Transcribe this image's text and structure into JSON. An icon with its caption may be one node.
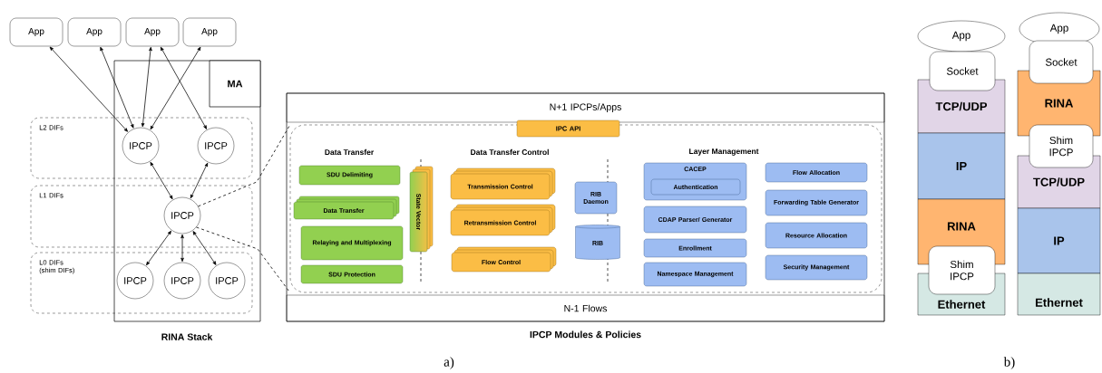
{
  "diagram": {
    "nodes": [
      {
        "text": [
          "App"
        ]
      },
      {
        "text": [
          "App"
        ]
      },
      {
        "text": [
          "App"
        ]
      },
      {
        "text": [
          "App"
        ]
      },
      {
        "text": [
          "MA"
        ]
      },
      {
        "text": [
          "L2 DIFs"
        ]
      },
      {
        "text": [
          "IPCP"
        ],
        "in": 5
      },
      {
        "text": [
          "IPCP"
        ],
        "in": 5
      },
      {
        "text": [
          "L1 DIFs"
        ]
      },
      {
        "text": [
          "IPCP"
        ],
        "in": 8
      },
      {
        "text": [
          "L0 DIFs (shim DIFs)"
        ]
      },
      {
        "text": [
          "IPCP"
        ],
        "in": 10
      },
      {
        "text": [
          "IPCP"
        ],
        "in": 10
      },
      {
        "text": [
          "IPCP"
        ],
        "in": 10
      },
      {
        "text": [
          "IPCP Modules & Policies"
        ]
      },
      {
        "text": [
          "N+1 IPCPs/Apps"
        ],
        "in": 14
      },
      {
        "text": [
          "N-1 Flows"
        ],
        "in": 14
      },
      {
        "text": [],
        "shape": "box",
        "in": 14
      },
      {
        "text": [
          "IPC API"
        ],
        "in": 14
      },
      {
        "text": [
          "SDU Delimiting"
        ],
        "in": 17
      },
      {
        "text": [
          "Data Transfer"
        ],
        "in": 17
      },
      {
        "text": [
          "Relaying and Multiplexing"
        ],
        "in": 17
      },
      {
        "text": [
          "SDU Protection"
        ],
        "in": 17
      },
      {
        "text": [
          "State Vector"
        ],
        "in": 17
      },
      {
        "text": [
          "Transmission Control"
        ],
        "in": 17
      },
      {
        "text": [
          "Retransmission Control"
        ],
        "in": 17
      },
      {
        "text": [
          "Flow Control"
        ],
        "in": 17
      },
      {
        "text": [
          "RIB Daemon"
        ],
        "in": 17
      },
      {
        "text": [
          "RIB"
        ],
        "in": 17
      },
      {
        "text": [
          "CACEP"
        ],
        "in": 17
      },
      {
        "text": [
          "Authentication"
        ],
        "in": 29
      },
      {
        "text": [
          "CDAP Parser/ Generator"
        ],
        "in": 17
      },
      {
        "text": [
          "Enrollment"
        ],
        "in": 17
      },
      {
        "text": [
          "Namespace Management"
        ],
        "in": 17
      },
      {
        "text": [
          "Flow Allocation"
        ],
        "in": 17
      },
      {
        "text": [
          "Forwarding Table Generator"
        ],
        "in": 17
      },
      {
        "text": [
          "Resource Allocation"
        ],
        "in": 17
      },
      {
        "text": [
          "Security Management"
        ],
        "in": 17
      },
      {
        "text": [
          "App"
        ]
      },
      {
        "text": [
          "Socket"
        ]
      },
      {
        "text": [
          "TCP/UDP"
        ]
      },
      {
        "text": [
          "IP"
        ]
      },
      {
        "text": [
          "RINA"
        ]
      },
      {
        "text": [
          "Shim IPCP"
        ]
      },
      {
        "text": [
          "Ethernet"
        ]
      },
      {
        "text": [
          "App"
        ]
      },
      {
        "text": [
          "Socket"
        ]
      },
      {
        "text": [
          "RINA"
        ]
      },
      {
        "text": [
          "Shim IPCP"
        ]
      },
      {
        "text": [
          "TCP/UDP"
        ]
      },
      {
        "text": [
          "IP"
        ]
      },
      {
        "text": [
          "Ethernet"
        ]
      }
    ],
    "edges": [
      {
        "from": 0,
        "to": 6,
        "arrow": "both"
      },
      {
        "from": 1,
        "to": 6,
        "arrow": "both"
      },
      {
        "from": 2,
        "to": 6,
        "arrow": "both"
      },
      {
        "from": 3,
        "to": 6,
        "arrow": "both"
      },
      {
        "from": 2,
        "to": 7,
        "arrow": "both"
      },
      {
        "from": 6,
        "to": 9,
        "arrow": "both"
      },
      {
        "from": 7,
        "to": 9,
        "arrow": "both"
      },
      {
        "from": 9,
        "to": 11,
        "arrow": "both"
      },
      {
        "from": 9,
        "to": 12,
        "arrow": "both"
      },
      {
        "from": 9,
        "to": 13,
        "arrow": "both"
      },
      {
        "from": 9,
        "to": 17,
        "arrow": "none",
        "style": "dashed"
      },
      {
        "from": 9,
        "to": 17,
        "arrow": "none",
        "style": "dashed"
      }
    ],
    "labels": [
      "Data Transfer",
      "Data Transfer Control",
      "Layer Management",
      "RINA Stack",
      "a)",
      "b)"
    ]
  }
}
